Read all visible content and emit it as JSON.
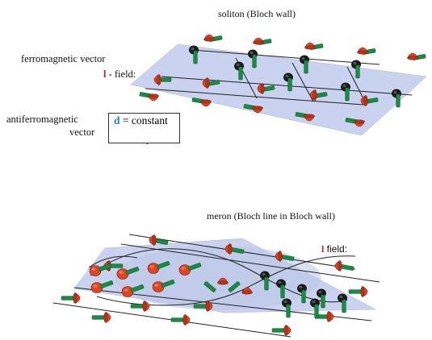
{
  "soliton": {
    "title": "soliton (Bloch wall)",
    "ferro_label": "ferromagnetic vector",
    "l_symbol": "l",
    "l_suffix": " - field:",
    "antiferro_line1": "antiferromagnetic",
    "antiferro_line2": "vector",
    "d_symbol": "d",
    "d_suffix": " = constant"
  },
  "meron": {
    "title": "meron (Bloch line in Bloch wall)",
    "l_symbol": "l",
    "l_suffix": " field:"
  },
  "colors": {
    "plane": "#c9d2ee",
    "disk_wall": "#1a1a1a",
    "disk_meron": "#e2451f",
    "cone": "#e2451f",
    "rod": "#1b8a45",
    "d_arrow": "#1f87b8",
    "label_red": "#c8281e",
    "label_blue": "#1f87b8"
  }
}
